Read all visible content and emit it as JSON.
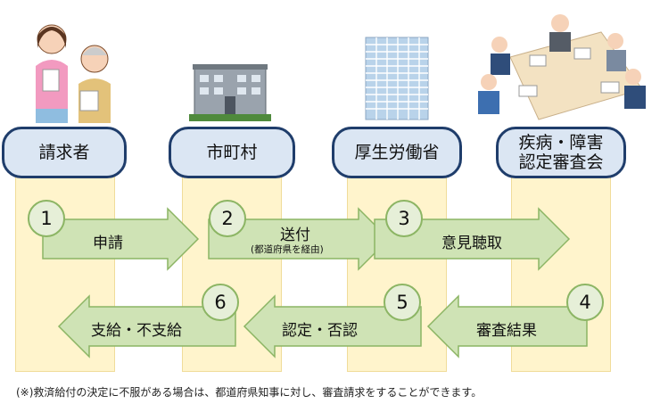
{
  "actors": [
    "請求者",
    "市町村",
    "厚生労働省",
    "疾病・障害\n認定審査会"
  ],
  "steps": [
    {
      "number": "1",
      "label": "申請"
    },
    {
      "number": "2",
      "label": "送付",
      "sublabel": "(都道府県を経由)"
    },
    {
      "number": "3",
      "label": "意見聴取"
    },
    {
      "number": "4",
      "label": "審査結果"
    },
    {
      "number": "5",
      "label": "認定・否認"
    },
    {
      "number": "6",
      "label": "支給・不支給"
    }
  ],
  "footnote": "(※)救済給付の決定に不服がある場合は、都道府県知事に対し、審査請求をすることができます。",
  "colors": {
    "column_fill": "#fff4cc",
    "actor_fill": "#dbe6f3",
    "actor_border": "#1f3d6b",
    "arrow_fill": "#cfe3b5",
    "arrow_border": "#8cb564",
    "step_fill": "#e6efd8"
  },
  "icons": [
    "people-icon",
    "city-hall-building-icon",
    "ministry-building-icon",
    "committee-meeting-icon"
  ]
}
